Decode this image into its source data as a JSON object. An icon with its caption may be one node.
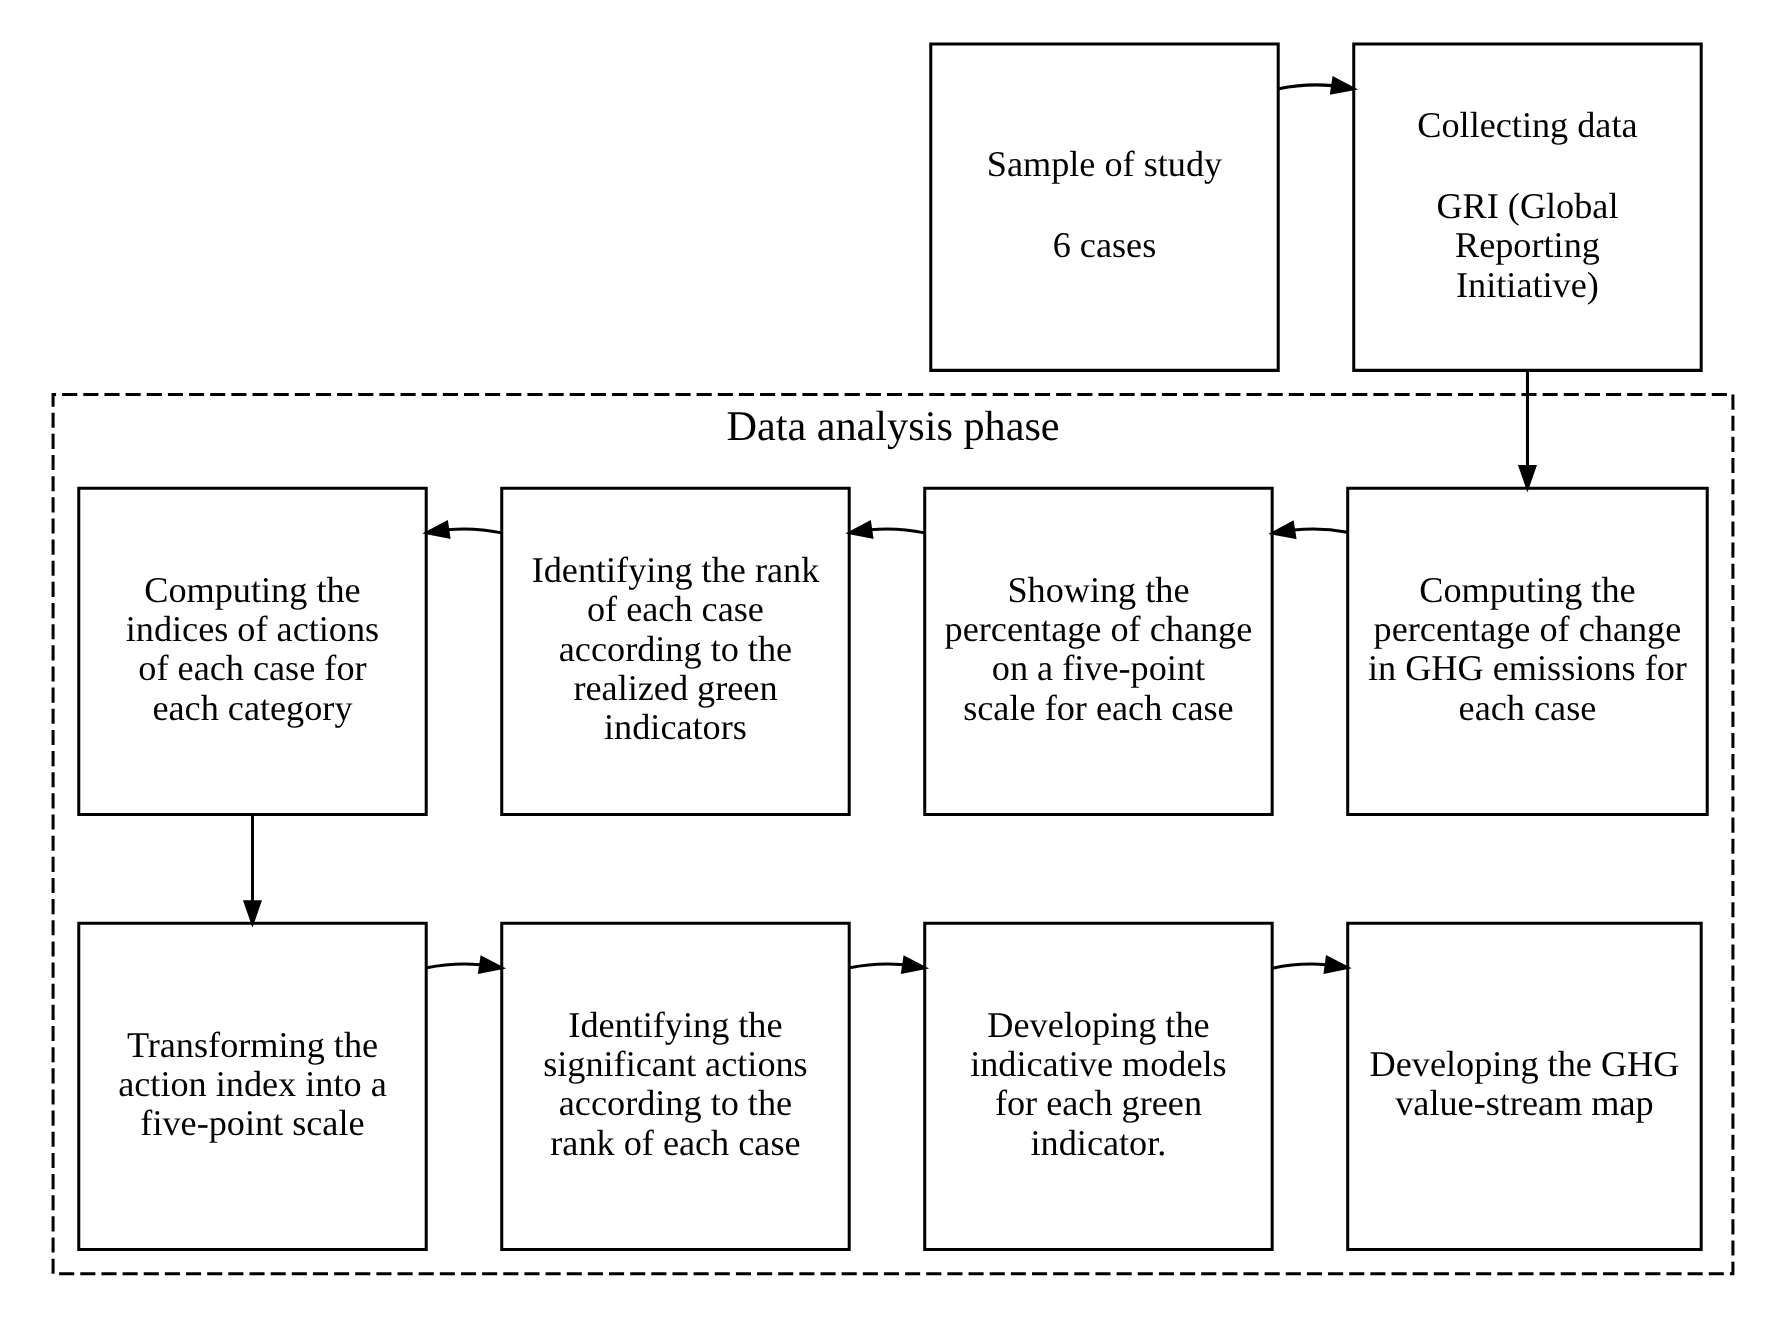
{
  "diagram": {
    "nodes": [
      {
        "text": [
          "Sample of study",
          "6 cases"
        ]
      },
      {
        "text": [
          "Collecting data",
          "GRI (Global Reporting Initiative)"
        ]
      },
      {
        "text": [
          "Data analysis phase"
        ]
      },
      {
        "text": [
          "Computing the percentage of change in GHG emissions for each case"
        ],
        "in": 2
      },
      {
        "text": [
          "Showing the percentage of change on a five-point scale for each case"
        ],
        "in": 2
      },
      {
        "text": [
          "Identifying the rank of each case according to the realized green indicators"
        ],
        "in": 2
      },
      {
        "text": [
          "Computing the indices of actions of each case for each category"
        ],
        "in": 2
      },
      {
        "text": [
          "Transforming the action index into a five-point scale"
        ],
        "in": 2
      },
      {
        "text": [
          "Identifying the significant actions according to the rank of each case"
        ],
        "in": 2
      },
      {
        "text": [
          "Developing the indicative models for each green indicator."
        ],
        "in": 2
      },
      {
        "text": [
          "Developing the GHG value-stream map"
        ],
        "in": 2
      }
    ],
    "edges": [
      {
        "from": 0,
        "to": 1,
        "arrow": "to"
      },
      {
        "from": 1,
        "to": 3,
        "arrow": "to"
      },
      {
        "from": 3,
        "to": 4,
        "arrow": "to"
      },
      {
        "from": 4,
        "to": 5,
        "arrow": "to"
      },
      {
        "from": 5,
        "to": 6,
        "arrow": "to"
      },
      {
        "from": 6,
        "to": 7,
        "arrow": "to"
      },
      {
        "from": 7,
        "to": 8,
        "arrow": "to"
      },
      {
        "from": 8,
        "to": 9,
        "arrow": "to"
      },
      {
        "from": 9,
        "to": 10,
        "arrow": "to"
      }
    ]
  }
}
